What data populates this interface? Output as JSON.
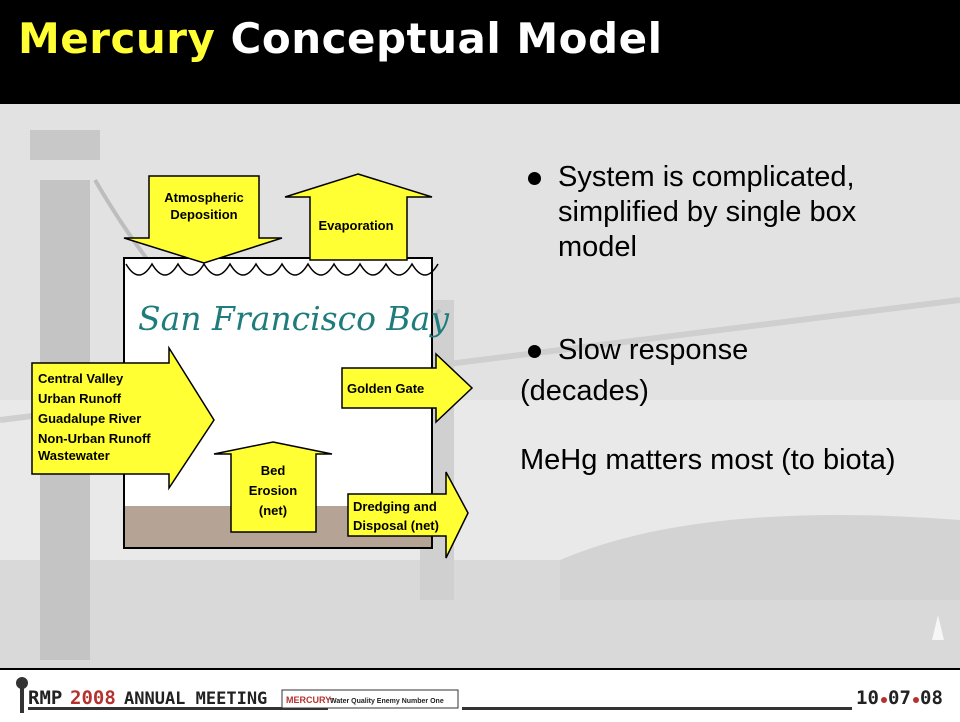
{
  "title": {
    "highlight": "Mercury",
    "rest": "Conceptual Model"
  },
  "diagram": {
    "bay_label": "San Francisco Bay",
    "atmospheric_1": "Atmospheric",
    "atmospheric_2": "Deposition",
    "evaporation": "Evaporation",
    "inflows": [
      "Central Valley",
      "Urban Runoff",
      "Guadalupe River",
      "Non-Urban Runoff",
      "Wastewater"
    ],
    "golden_gate": "Golden Gate",
    "bed_1": "Bed",
    "bed_2": "Erosion",
    "bed_3": "(net)",
    "dredging_1": "Dredging and",
    "dredging_2": "Disposal (net)",
    "colors": {
      "arrow": "#ffff33",
      "sediment": "#b5a496",
      "water": "#ffffff",
      "script": "#1e7c7c"
    }
  },
  "bullets": {
    "b1": "System is complicated, simplified by single box model",
    "b2": "Slow response",
    "b2_cont": "(decades)",
    "b3_line1": "MeHg matters most",
    "b3_line2": "(to biota)"
  },
  "footer": {
    "rmp": "RMP",
    "year": "2008",
    "meeting": "ANNUAL MEETING",
    "badge_brand": "MERCURY:",
    "badge_text": "Water Quality Enemy Number One",
    "date_a": "10",
    "date_b": "07",
    "date_c": "08"
  }
}
